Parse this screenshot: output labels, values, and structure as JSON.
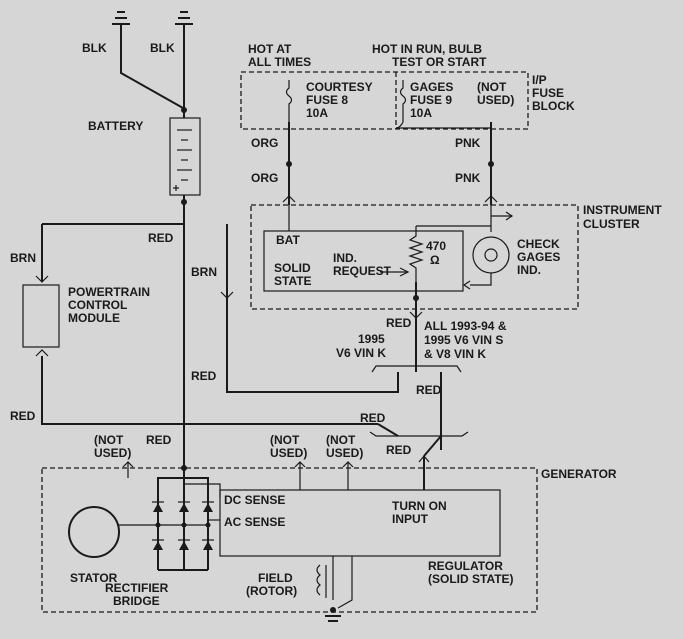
{
  "grounds": {
    "left_wire": "BLK",
    "right_wire": "BLK"
  },
  "battery": {
    "label": "BATTERY"
  },
  "fuse_block": {
    "label_line1": "I/P",
    "label_line2": "FUSE",
    "label_line3": "BLOCK",
    "hot_at_all_times_1": "HOT AT",
    "hot_at_all_times_2": "ALL TIMES",
    "hot_in_run_1": "HOT IN RUN, BULB",
    "hot_in_run_2": "TEST OR START",
    "fuse8_line1": "COURTESY",
    "fuse8_line2": "FUSE 8",
    "fuse8_line3": "10A",
    "fuse9_line1": "GAGES",
    "fuse9_line2": "FUSE 9",
    "fuse9_line3": "10A",
    "not_used_1": "(NOT",
    "not_used_2": "USED)"
  },
  "wires": {
    "org_top": "ORG",
    "org_bottom": "ORG",
    "pnk_top": "PNK",
    "pnk_bottom": "PNK",
    "red_battery": "RED",
    "brn_left": "BRN",
    "brn_right": "BRN",
    "red_left_mid": "RED",
    "red_left_low": "RED",
    "red_mid_low": "RED",
    "red_cluster": "RED",
    "red_right": "RED",
    "red_split_a": "RED",
    "red_split_b": "RED"
  },
  "cluster": {
    "title_line1": "INSTRUMENT",
    "title_line2": "CLUSTER",
    "bat": "BAT",
    "solid_line1": "SOLID",
    "solid_line2": "STATE",
    "ind_line1": "IND.",
    "ind_line2": "REQUEST",
    "resistor_value": "470",
    "resistor_unit": "Ω",
    "check_line1": "CHECK",
    "check_line2": "GAGES",
    "check_line3": "IND."
  },
  "pcm": {
    "line1": "POWERTRAIN",
    "line2": "CONTROL",
    "line3": "MODULE"
  },
  "variants": {
    "left_line1": "1995",
    "left_line2": "V6 VIN K",
    "right_line1": "ALL 1993-94 &",
    "right_line2": "1995 V6 VIN S",
    "right_line3": "& V8 VIN K"
  },
  "generator": {
    "label": "GENERATOR",
    "not_used_a1": "(NOT",
    "not_used_a2": "USED)",
    "not_used_b1": "(NOT",
    "not_used_b2": "USED)",
    "not_used_c1": "(NOT",
    "not_used_c2": "USED)",
    "dc_sense": "DC SENSE",
    "ac_sense": "AC SENSE",
    "turn_on_1": "TURN ON",
    "turn_on_2": "INPUT",
    "regulator_1": "REGULATOR",
    "regulator_2": "(SOLID STATE)",
    "stator": "STATOR",
    "rectifier_1": "RECTIFIER",
    "rectifier_2": "BRIDGE",
    "field_1": "FIELD",
    "field_2": "(ROTOR)"
  }
}
